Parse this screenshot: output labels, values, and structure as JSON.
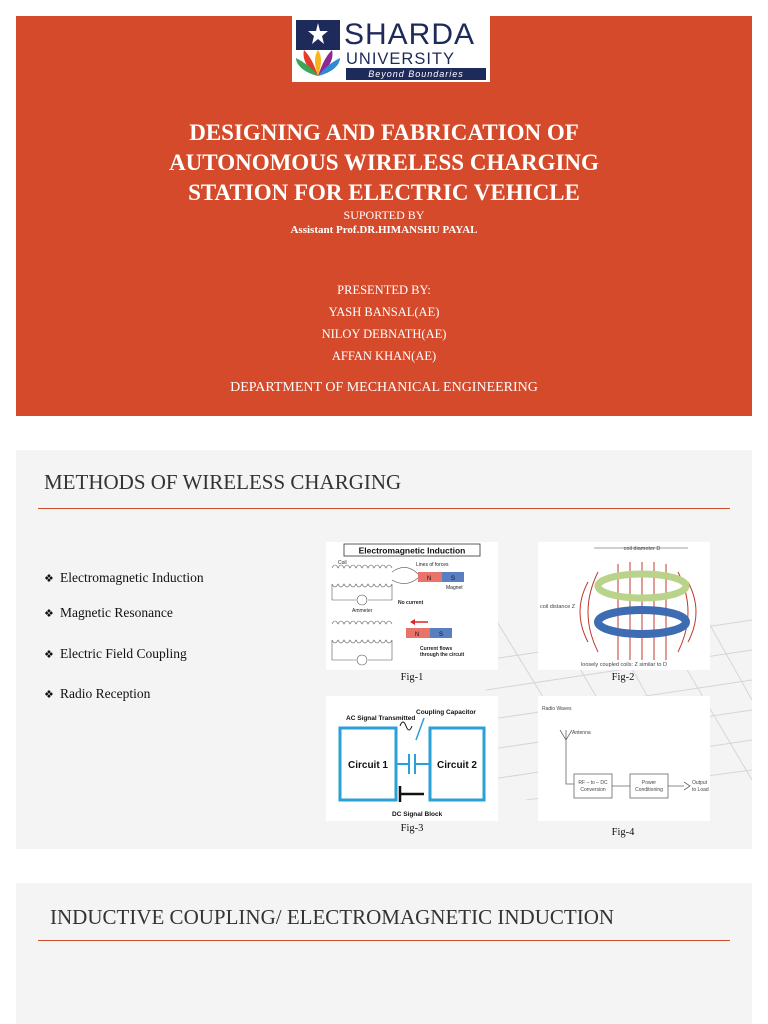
{
  "logo": {
    "name": "SHARDA",
    "sub": "UNIVERSITY",
    "tagline": "Beyond Boundaries"
  },
  "slide1": {
    "title_lines": [
      "DESIGNING AND FABRICATION OF",
      "AUTONOMOUS WIRELESS CHARGING",
      "STATION FOR ELECTRIC VEHICLE"
    ],
    "supported_by": "SUPORTED BY",
    "supervisor": "Assistant Prof.DR.HIMANSHU PAYAL",
    "presented_by": "PRESENTED BY:",
    "presenters": [
      "YASH BANSAL(AE)",
      "NILOY DEBNATH(AE)",
      "AFFAN KHAN(AE)"
    ],
    "department": "DEPARTMENT OF MECHANICAL ENGINEERING",
    "bg_color": "#d44a2a"
  },
  "slide2": {
    "title": "METHODS OF WIRELESS CHARGING",
    "bullets": [
      "Electromagnetic Induction",
      "Magnetic Resonance",
      "Electric Field Coupling",
      "Radio Reception"
    ],
    "bullet_marker": "❖",
    "fig1": {
      "caption": "Fig-1",
      "heading": "Electromagnetic Induction",
      "coil": "Coil",
      "lines": "Lines of forces",
      "magnet": "Magnet",
      "no_current": "No current",
      "ammeter": "Ammeter",
      "current_flows": "Current flows",
      "through": "through the circuit",
      "n": "N",
      "s": "S"
    },
    "fig2": {
      "caption": "Fig-2",
      "top": "coil diameter D",
      "side": "coil distance Z",
      "bottom": "loosely coupled coils: Z similar to D"
    },
    "fig3": {
      "caption": "Fig-3",
      "ac": "AC Signal Transmitted",
      "cap": "Coupling Capacitor",
      "c1": "Circuit 1",
      "c2": "Circuit 2",
      "dc": "DC Signal Block"
    },
    "fig4": {
      "caption": "Fig-4",
      "radio": "Radio Waves",
      "antenna": "Antenna",
      "rf1": "RF – to – DC",
      "rf2": "Conversion",
      "pc1": "Power",
      "pc2": "Conditioning",
      "out1": "Output",
      "out2": "to Load"
    }
  },
  "slide3": {
    "title": "INDUCTIVE COUPLING/ ELECTROMAGNETIC INDUCTION"
  },
  "colors": {
    "accent": "#d44a2a",
    "rule": "#c9492a",
    "logo_blue": "#1e2a5a",
    "circuit_blue": "#2aa0d8"
  }
}
